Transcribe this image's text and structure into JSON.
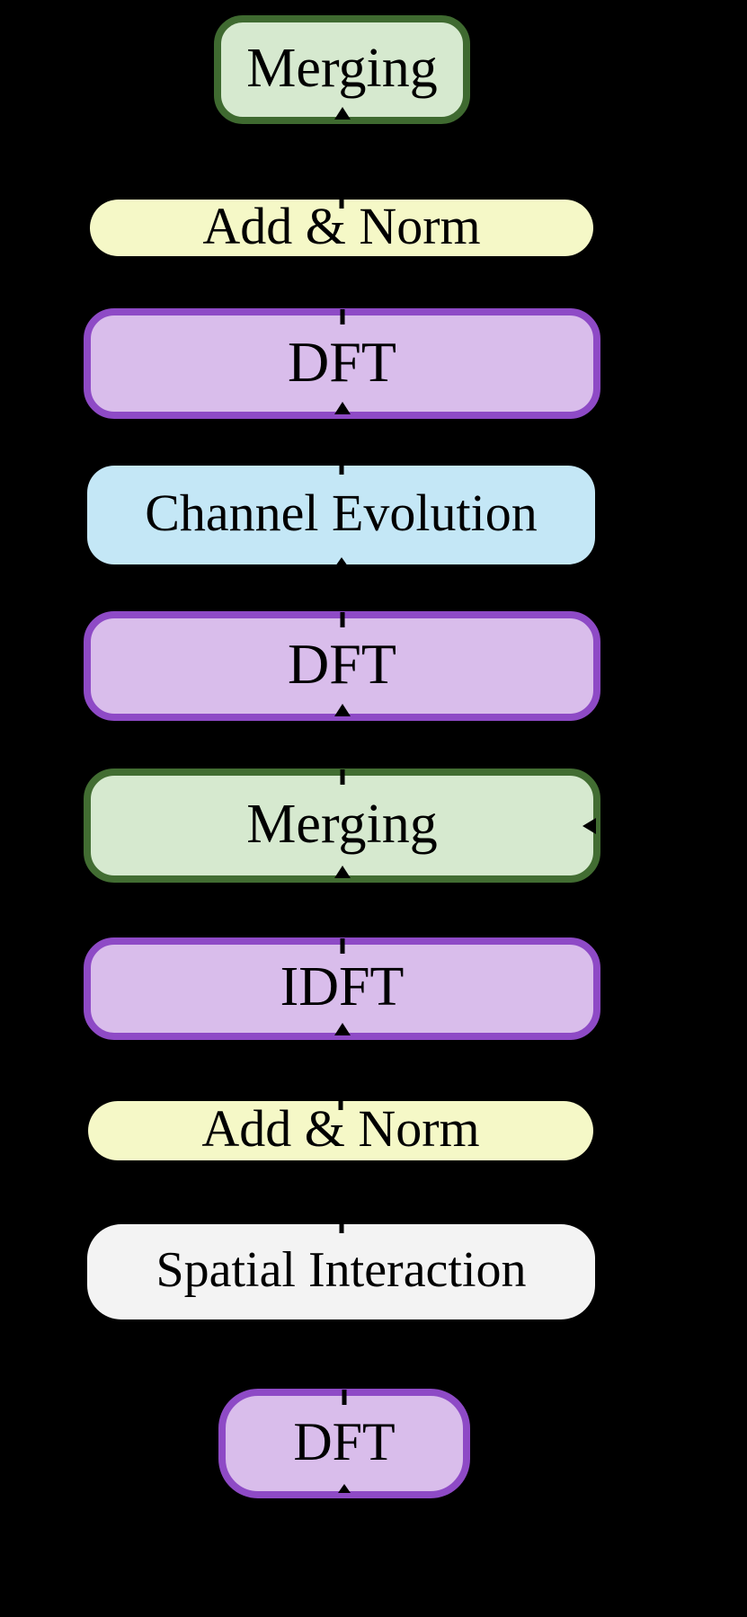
{
  "canvas": {
    "background": "#000000",
    "connector_color": "#000000",
    "text_color": "#000000"
  },
  "palette": {
    "purple_fill": "#d9bdeb",
    "purple_border": "#8e4ac6",
    "green_fill": "#d6e9cf",
    "green_border": "#3f6a30",
    "yellow_fill": "#f5f8c7",
    "blue_fill": "#c4e7f6",
    "gray_fill": "#f3f3f3"
  },
  "boxes": [
    {
      "label": "Merging",
      "fill": "#d6e9cf",
      "border": "#3f6a30",
      "border_width": 8
    },
    {
      "label": "Add & Norm",
      "fill": "#f5f8c7",
      "border": "none",
      "border_width": 0
    },
    {
      "label": "DFT",
      "fill": "#d9bdeb",
      "border": "#8e4ac6",
      "border_width": 8
    },
    {
      "label": "Channel Evolution",
      "fill": "#c4e7f6",
      "border": "none",
      "border_width": 0
    },
    {
      "label": "DFT",
      "fill": "#d9bdeb",
      "border": "#8e4ac6",
      "border_width": 8
    },
    {
      "label": "Merging",
      "fill": "#d6e9cf",
      "border": "#426d32",
      "border_width": 8
    },
    {
      "label": "IDFT",
      "fill": "#d9bdeb",
      "border": "#8e4ac6",
      "border_width": 8
    },
    {
      "label": "Add & Norm",
      "fill": "#f5f8c7",
      "border": "none",
      "border_width": 0
    },
    {
      "label": "Spatial Interaction",
      "fill": "#f3f3f3",
      "border": "none",
      "border_width": 0
    },
    {
      "label": "DFT",
      "fill": "#d9bdeb",
      "border": "#8e4ac6",
      "border_width": 8
    }
  ]
}
